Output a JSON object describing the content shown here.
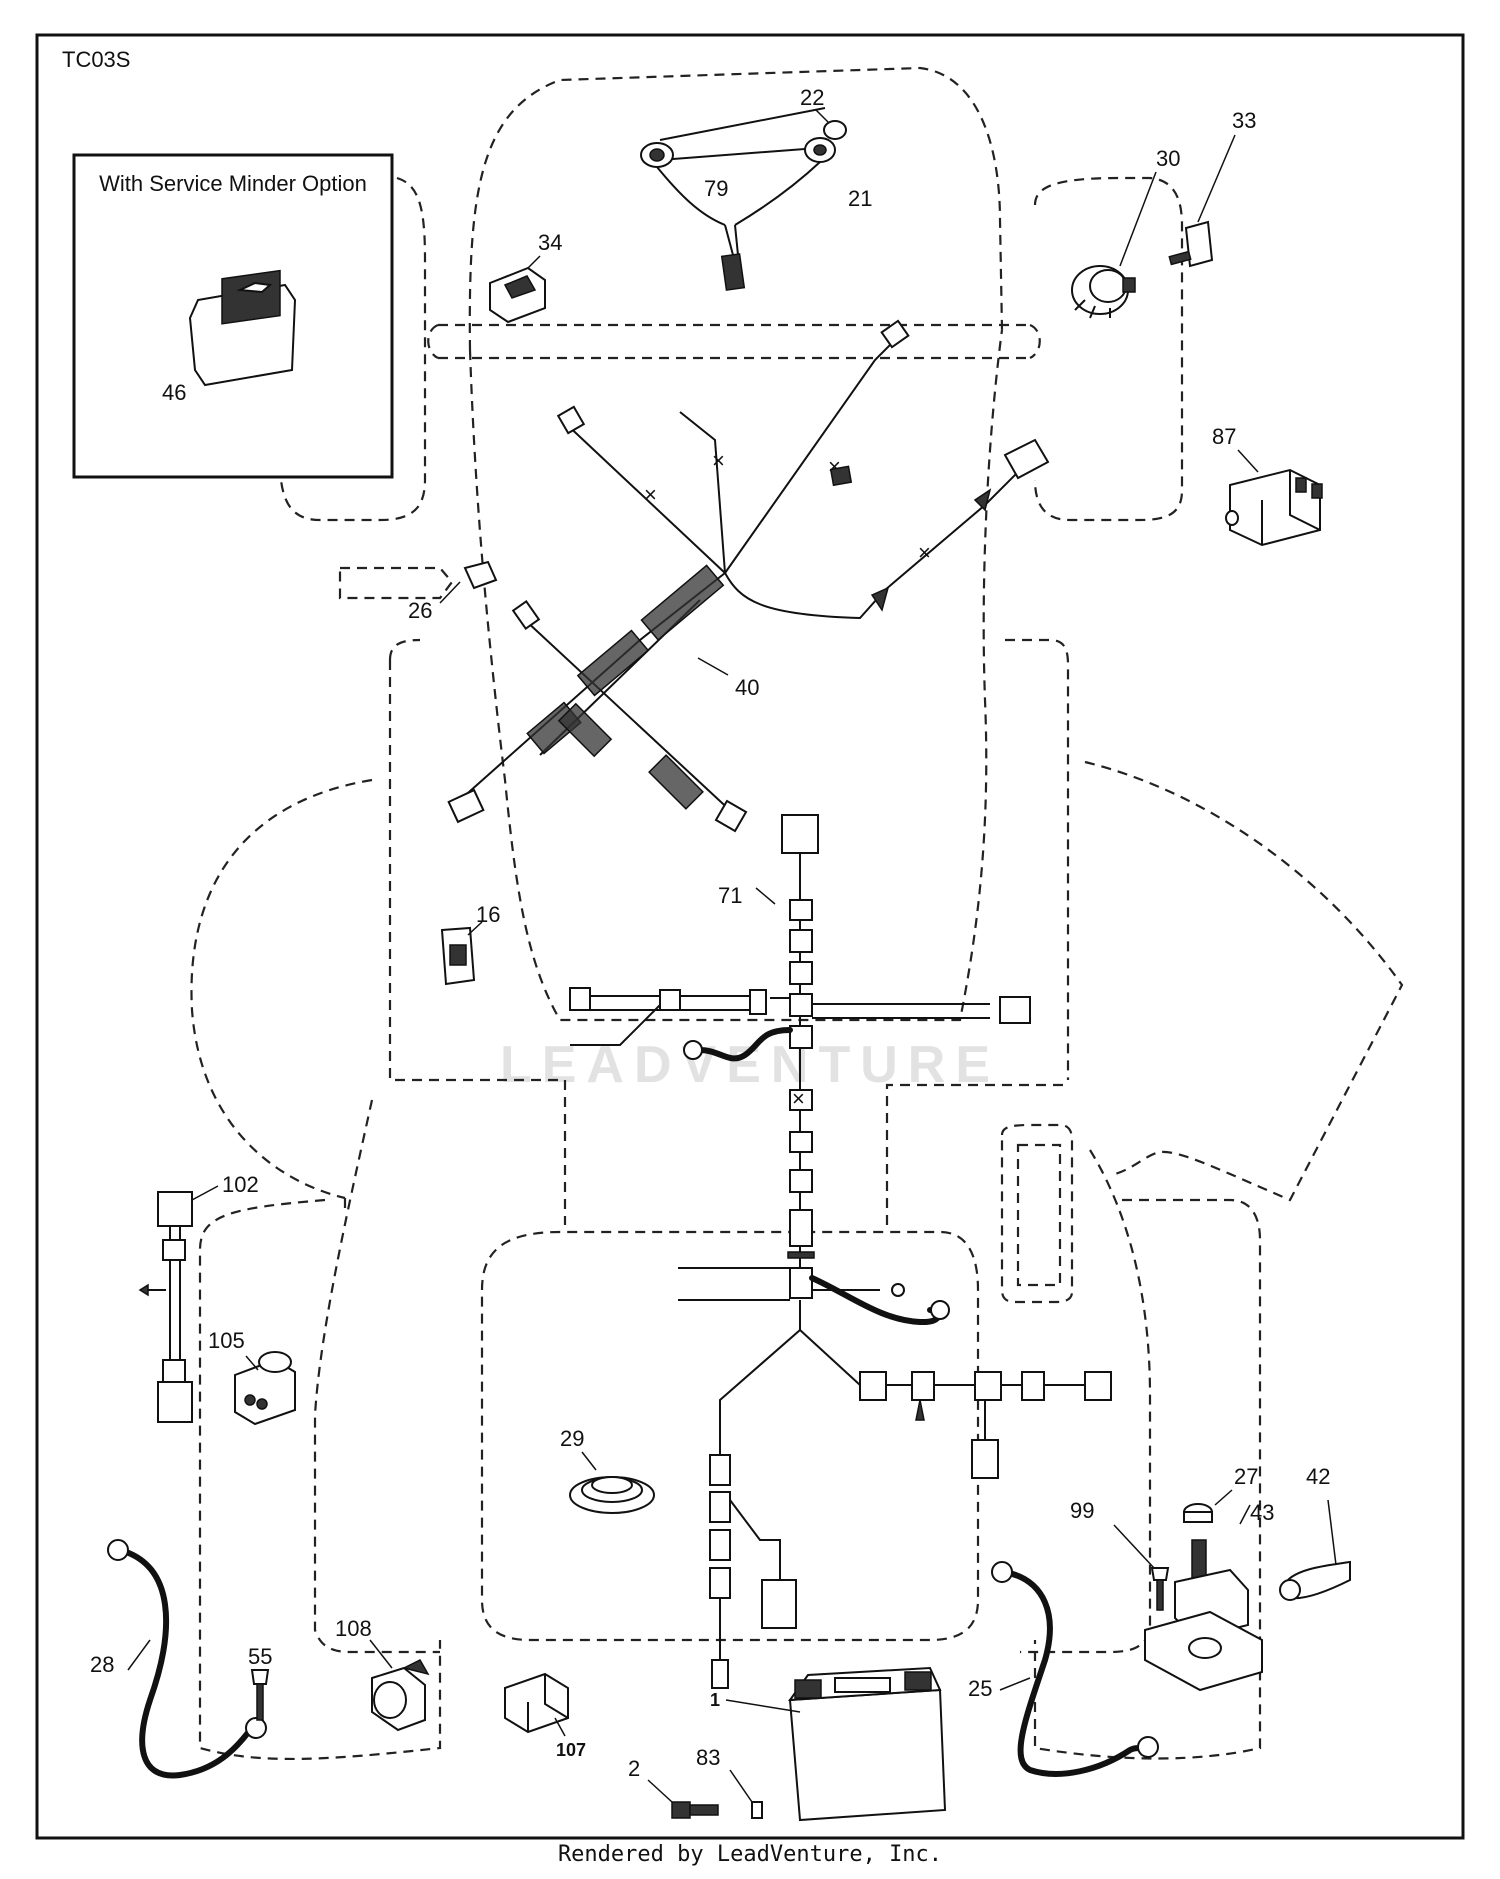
{
  "diagram_code": "TC03S",
  "inset_title": "With Service Minder Option",
  "footer": "Rendered by LeadVenture, Inc.",
  "watermark": "LEADVENTURE",
  "callouts": {
    "c1": "1",
    "c2": "2",
    "c16": "16",
    "c21": "21",
    "c22": "22",
    "c25": "25",
    "c26": "26",
    "c27": "27",
    "c28": "28",
    "c29": "29",
    "c30": "30",
    "c33": "33",
    "c34": "34",
    "c40": "40",
    "c42": "42",
    "c43": "43",
    "c46": "46",
    "c55": "55",
    "c71": "71",
    "c79": "79",
    "c83": "83",
    "c87": "87",
    "c99": "99",
    "c102": "102",
    "c105": "105",
    "c107": "107",
    "c108": "108"
  }
}
